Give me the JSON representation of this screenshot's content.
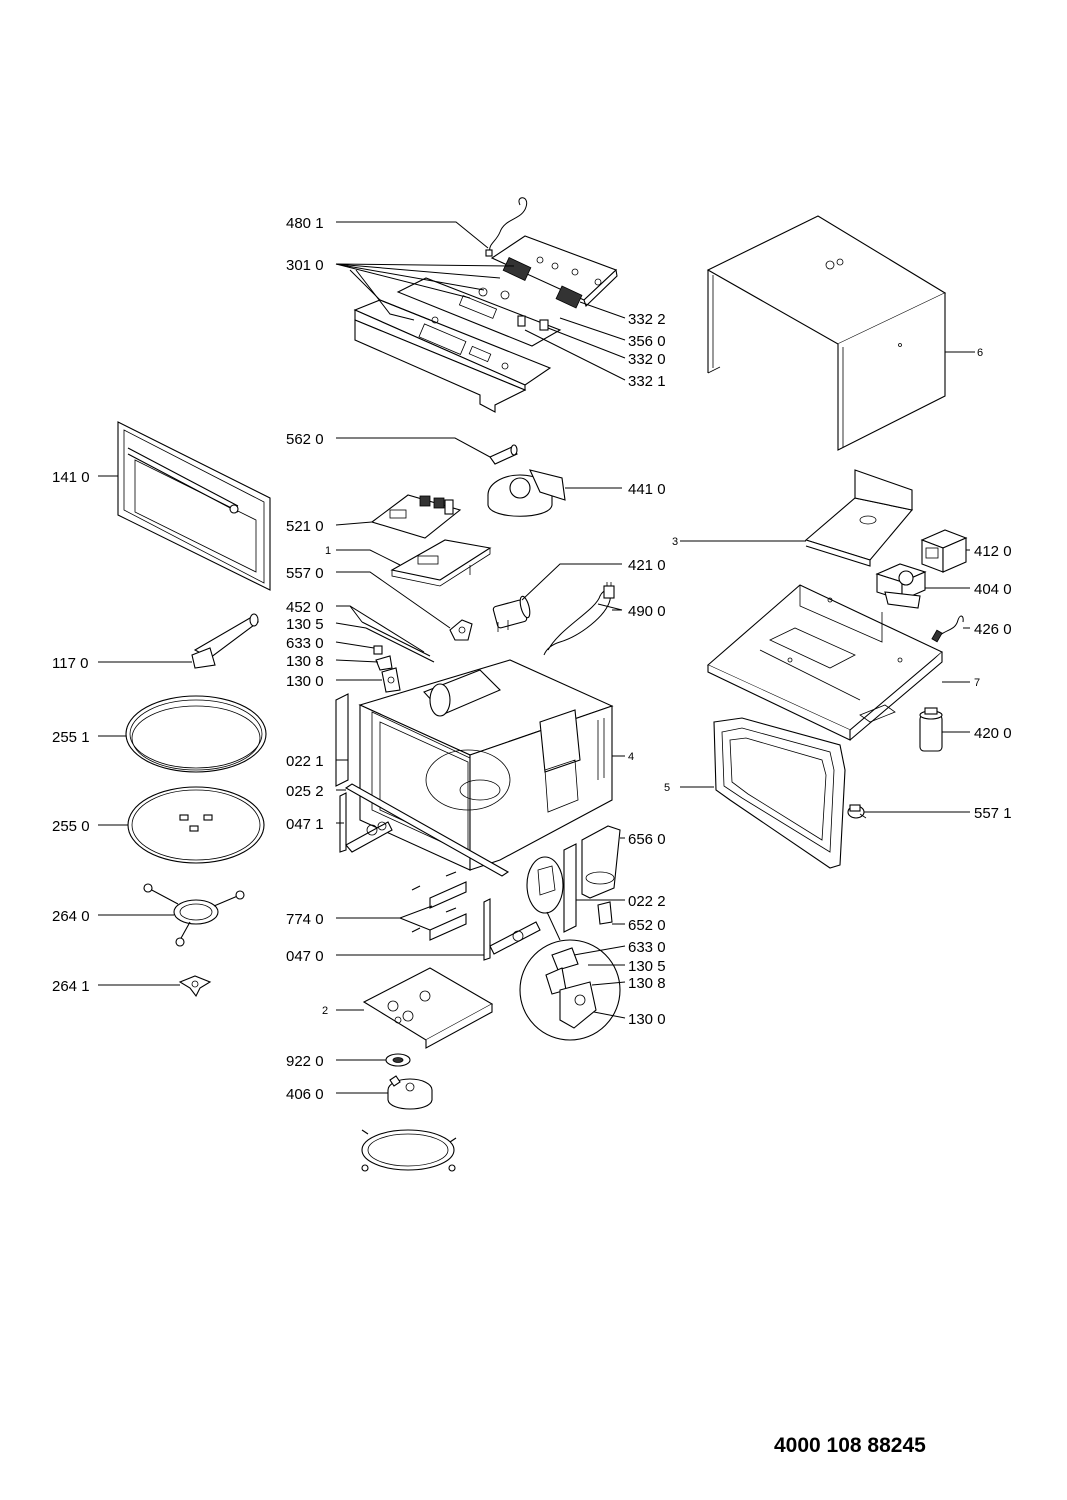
{
  "document_number": "4000 108 88245",
  "callouts": [
    {
      "id": "c-480-1",
      "text": "480 1"
    },
    {
      "id": "c-301-0",
      "text": "301 0"
    },
    {
      "id": "c-332-2",
      "text": "332 2"
    },
    {
      "id": "c-356-0",
      "text": "356 0"
    },
    {
      "id": "c-332-0",
      "text": "332 0"
    },
    {
      "id": "c-332-1",
      "text": "332 1"
    },
    {
      "id": "c-6",
      "text": "6"
    },
    {
      "id": "c-562-0",
      "text": "562 0"
    },
    {
      "id": "c-141-0",
      "text": "141 0"
    },
    {
      "id": "c-441-0",
      "text": "441 0"
    },
    {
      "id": "c-521-0",
      "text": "521 0"
    },
    {
      "id": "c-1",
      "text": "1"
    },
    {
      "id": "c-3",
      "text": "3"
    },
    {
      "id": "c-412-0",
      "text": "412 0"
    },
    {
      "id": "c-557-0",
      "text": "557 0"
    },
    {
      "id": "c-421-0",
      "text": "421 0"
    },
    {
      "id": "c-404-0",
      "text": "404 0"
    },
    {
      "id": "c-452-0",
      "text": "452 0"
    },
    {
      "id": "c-490-0",
      "text": "490 0"
    },
    {
      "id": "c-130-5-a",
      "text": "130 5"
    },
    {
      "id": "c-426-0",
      "text": "426 0"
    },
    {
      "id": "c-633-0-a",
      "text": "633 0"
    },
    {
      "id": "c-117-0",
      "text": "117 0"
    },
    {
      "id": "c-130-8-a",
      "text": "130 8"
    },
    {
      "id": "c-130-0-a",
      "text": "130 0"
    },
    {
      "id": "c-7",
      "text": "7"
    },
    {
      "id": "c-255-1",
      "text": "255 1"
    },
    {
      "id": "c-022-1",
      "text": "022 1"
    },
    {
      "id": "c-4",
      "text": "4"
    },
    {
      "id": "c-420-0",
      "text": "420 0"
    },
    {
      "id": "c-025-2",
      "text": "025 2"
    },
    {
      "id": "c-5",
      "text": "5"
    },
    {
      "id": "c-255-0",
      "text": "255 0"
    },
    {
      "id": "c-047-1",
      "text": "047 1"
    },
    {
      "id": "c-557-1",
      "text": "557 1"
    },
    {
      "id": "c-656-0",
      "text": "656 0"
    },
    {
      "id": "c-022-2",
      "text": "022 2"
    },
    {
      "id": "c-264-0",
      "text": "264 0"
    },
    {
      "id": "c-774-0",
      "text": "774 0"
    },
    {
      "id": "c-652-0",
      "text": "652 0"
    },
    {
      "id": "c-047-0",
      "text": "047 0"
    },
    {
      "id": "c-633-0-b",
      "text": "633 0"
    },
    {
      "id": "c-130-5-b",
      "text": "130 5"
    },
    {
      "id": "c-264-1",
      "text": "264 1"
    },
    {
      "id": "c-130-8-b",
      "text": "130 8"
    },
    {
      "id": "c-2",
      "text": "2"
    },
    {
      "id": "c-130-0-b",
      "text": "130 0"
    },
    {
      "id": "c-922-0",
      "text": "922 0"
    },
    {
      "id": "c-406-0",
      "text": "406 0"
    }
  ]
}
